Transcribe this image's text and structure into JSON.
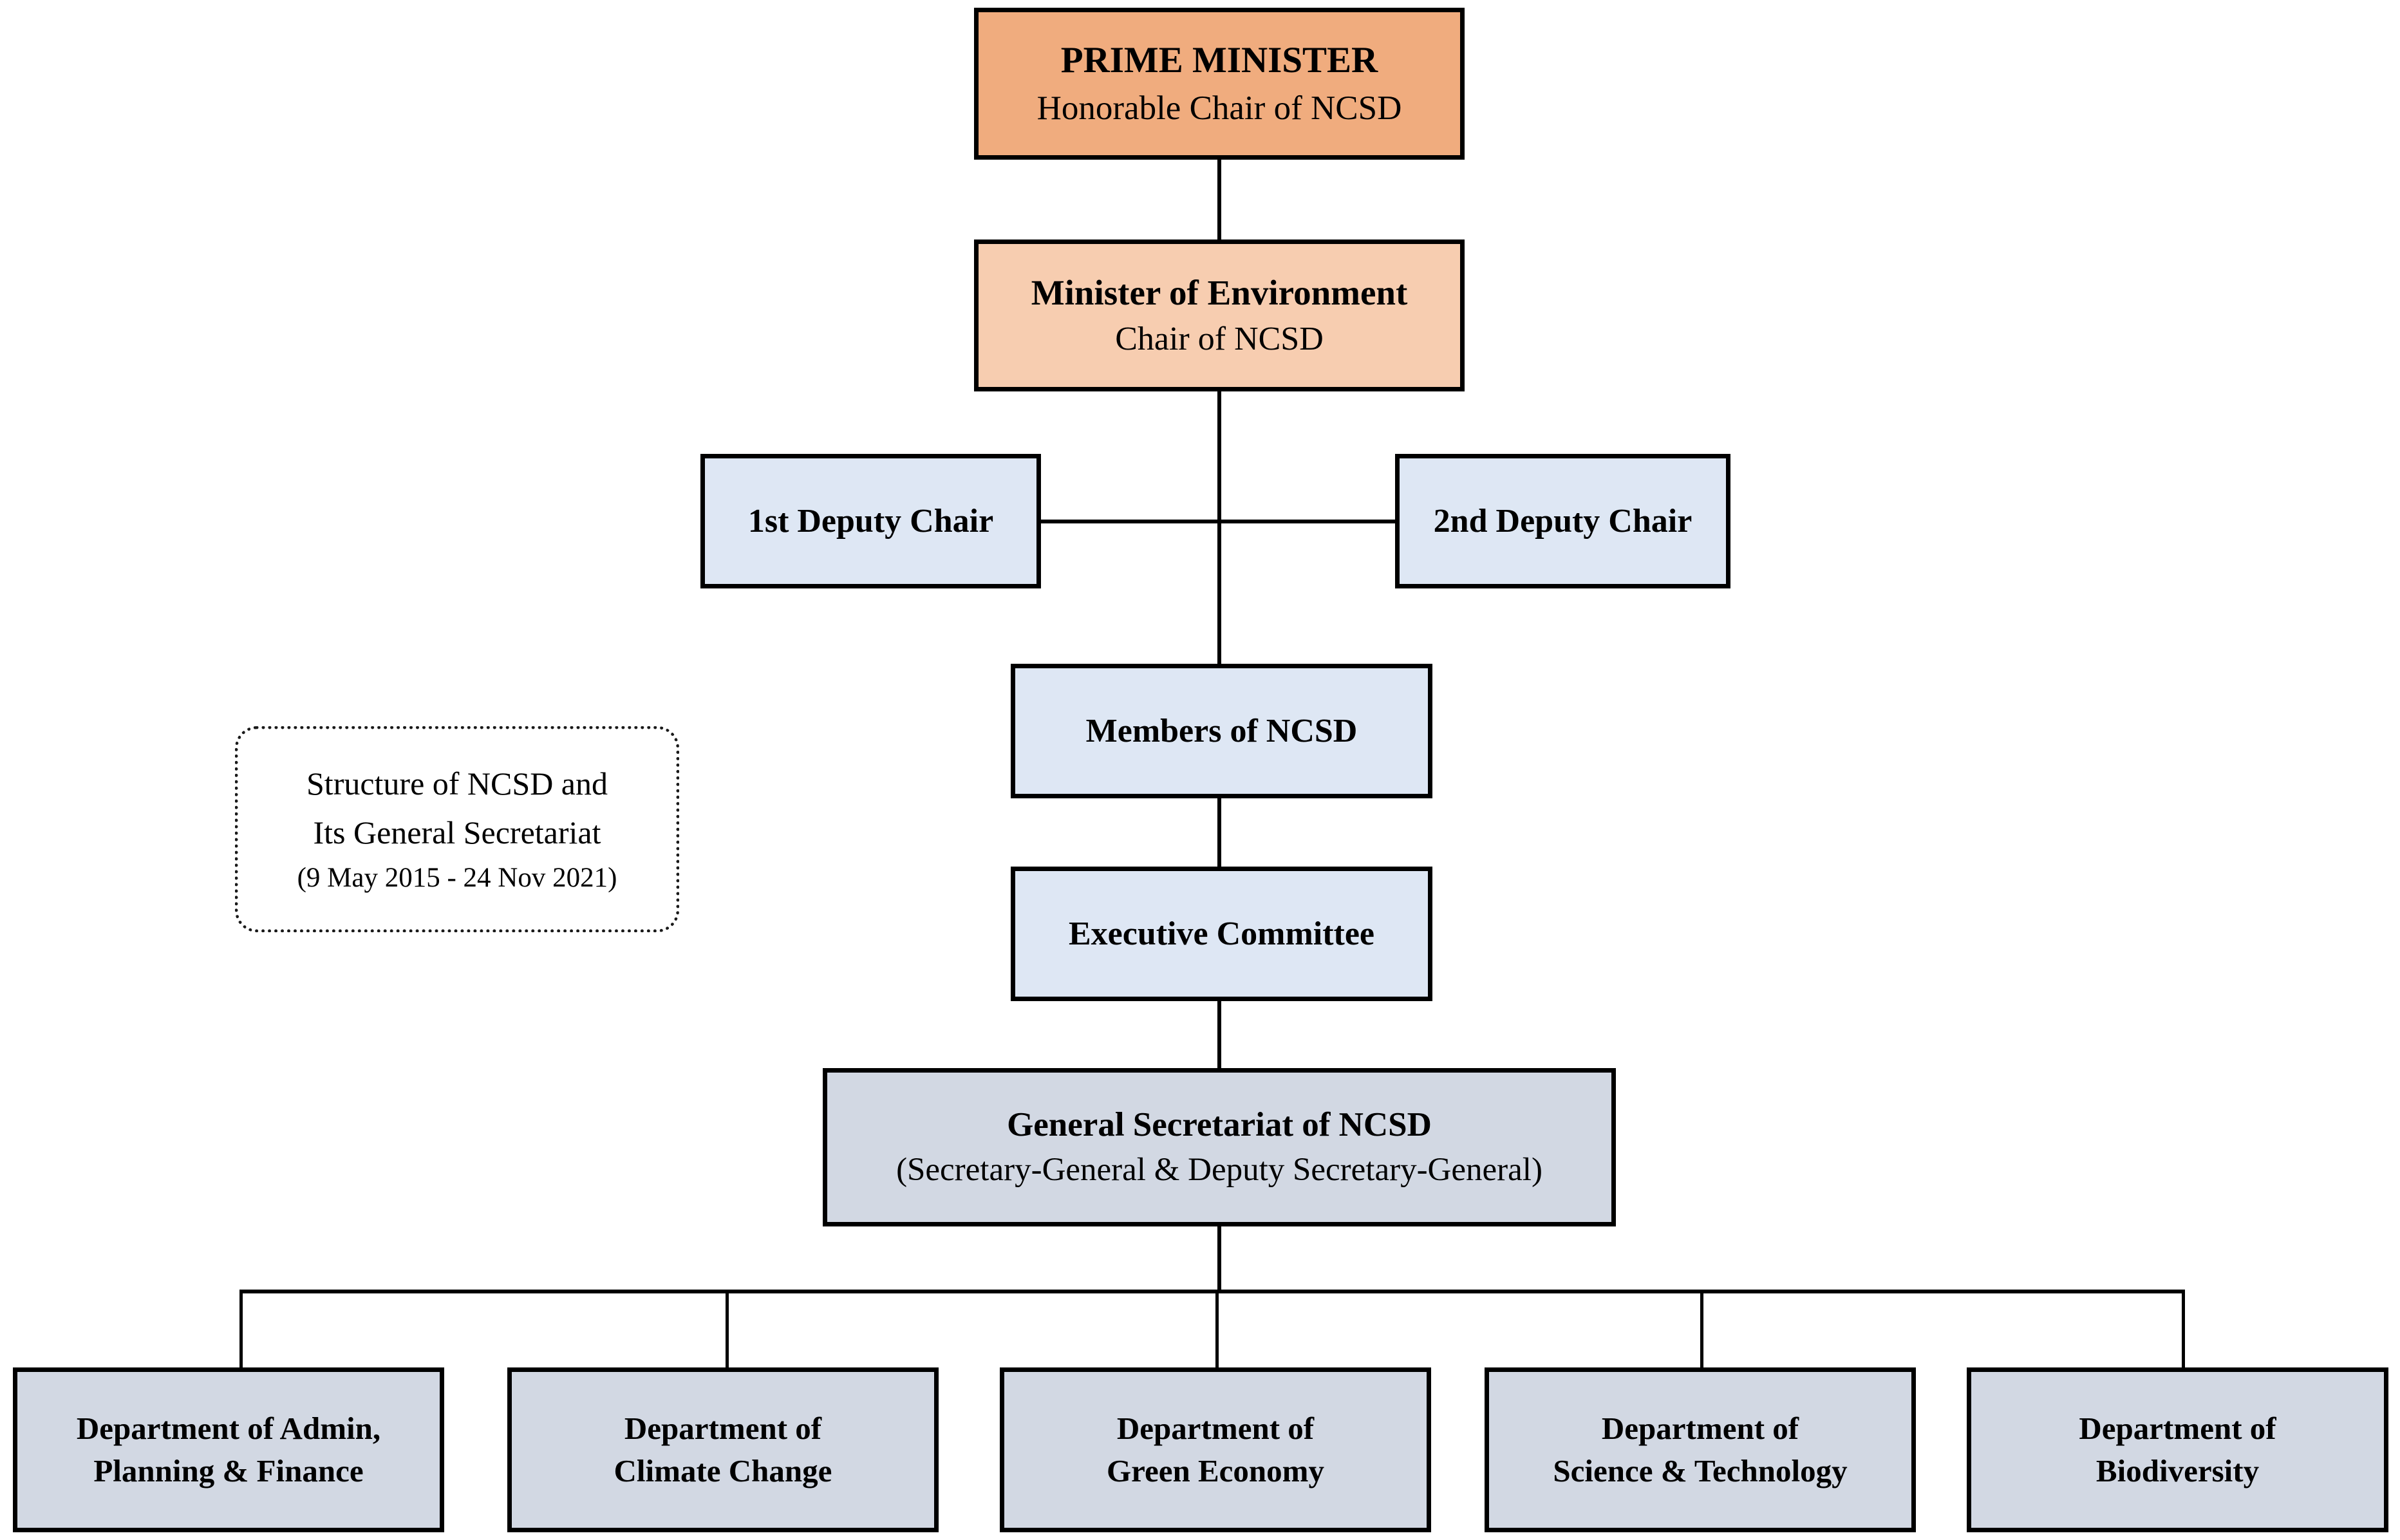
{
  "chart": {
    "type": "org-chart",
    "title": "Structure of NCSD and Its General Secretariat",
    "background": "#ffffff"
  },
  "colors": {
    "prime_minister_fill": "#F0AC7E",
    "minister_fill": "#F7CDB0",
    "deputy_fill": "#DEE7F4",
    "member_fill": "#DEE7F4",
    "secretariat_fill": "#D2D8E3",
    "department_fill": "#D2D8E3",
    "border": "#000000",
    "text": "#000000"
  },
  "legend": {
    "line1": "Structure of NCSD and",
    "line2": "Its General Secretariat",
    "line3": "(9 May 2015 - 24 Nov 2021)"
  },
  "nodes": {
    "prime_minister": {
      "title": "PRIME MINISTER",
      "subtitle": "Honorable Chair of NCSD"
    },
    "minister": {
      "title": "Minister of Environment",
      "subtitle": "Chair of NCSD"
    },
    "deputy_first": {
      "title": "1st Deputy Chair"
    },
    "deputy_second": {
      "title": "2nd Deputy Chair"
    },
    "members": {
      "title": "Members of NCSD"
    },
    "executive_committee": {
      "title": "Executive Committee"
    },
    "general_secretariat": {
      "title": "General Secretariat of NCSD",
      "subtitle": "(Secretary-General & Deputy Secretary-General)"
    }
  },
  "departments": [
    {
      "line1": "Department of Admin,",
      "line2": "Planning & Finance"
    },
    {
      "line1": "Department of",
      "line2": "Climate Change"
    },
    {
      "line1": "Department of",
      "line2": "Green Economy"
    },
    {
      "line1": "Department of",
      "line2": "Science & Technology"
    },
    {
      "line1": "Department of",
      "line2": "Biodiversity"
    }
  ]
}
